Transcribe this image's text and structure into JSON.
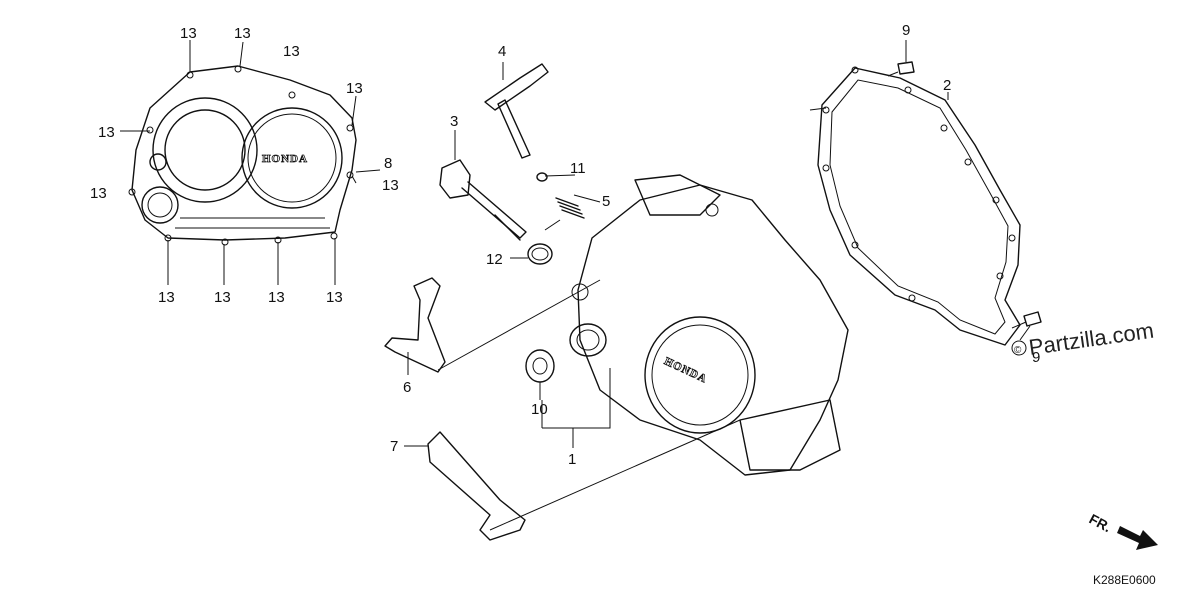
{
  "diagram": {
    "callouts": {
      "c1": "1",
      "c2": "2",
      "c3": "3",
      "c4": "4",
      "c5": "5",
      "c6": "6",
      "c7": "7",
      "c8": "8",
      "c9a": "9",
      "c9b": "9",
      "c10": "10",
      "c11": "11",
      "c12": "12",
      "c13a": "13",
      "c13b": "13",
      "c13c": "13",
      "c13d": "13",
      "c13e": "13",
      "c13f": "13",
      "c13g": "13",
      "c13h": "13",
      "c13i": "13",
      "c13j": "13",
      "c13k": "13"
    },
    "brand_text": "HONDA",
    "brand_text_2": "HONDA",
    "direction_label": "FR.",
    "diagram_code": "K288E0600",
    "watermark": "Partzilla.com"
  }
}
